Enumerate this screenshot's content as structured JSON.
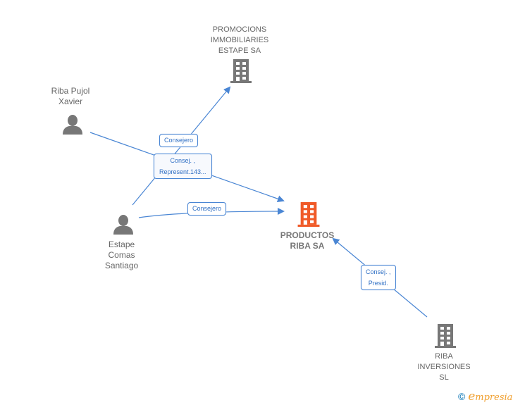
{
  "nodes": {
    "promocions": {
      "label": "PROMOCIONS\nIMMOBILIARIES\nESTAPE SA",
      "type": "company",
      "icon": "building-icon",
      "color": "#777777"
    },
    "riba_pujol": {
      "label": "Riba Pujol\nXavier",
      "type": "person",
      "icon": "person-icon",
      "color": "#777777"
    },
    "estape_comas": {
      "label": "Estape\nComas\nSantiago",
      "type": "person",
      "icon": "person-icon",
      "color": "#777777"
    },
    "productos": {
      "label": "PRODUCTOS\nRIBA SA",
      "type": "company",
      "icon": "building-icon",
      "color": "#f05a28",
      "main": true
    },
    "riba_inversiones": {
      "label": "RIBA\nINVERSIONES\nSL",
      "type": "company",
      "icon": "building-icon",
      "color": "#777777"
    }
  },
  "relations": [
    {
      "from": "estape_comas",
      "to": "promocions",
      "label": "Consejero"
    },
    {
      "from": "riba_pujol",
      "to": "productos",
      "label": "Consej. ,\nRepresent.143..."
    },
    {
      "from": "estape_comas",
      "to": "productos",
      "label": "Consejero"
    },
    {
      "from": "riba_inversiones",
      "to": "productos",
      "label": "Consej. ,\nPresid."
    }
  ],
  "colors": {
    "edge": "#4a86d4",
    "main_node": "#f05a28",
    "node": "#777777"
  },
  "footer": {
    "copyright": "©",
    "brand_initial": "e",
    "brand_rest": "mpresia"
  }
}
